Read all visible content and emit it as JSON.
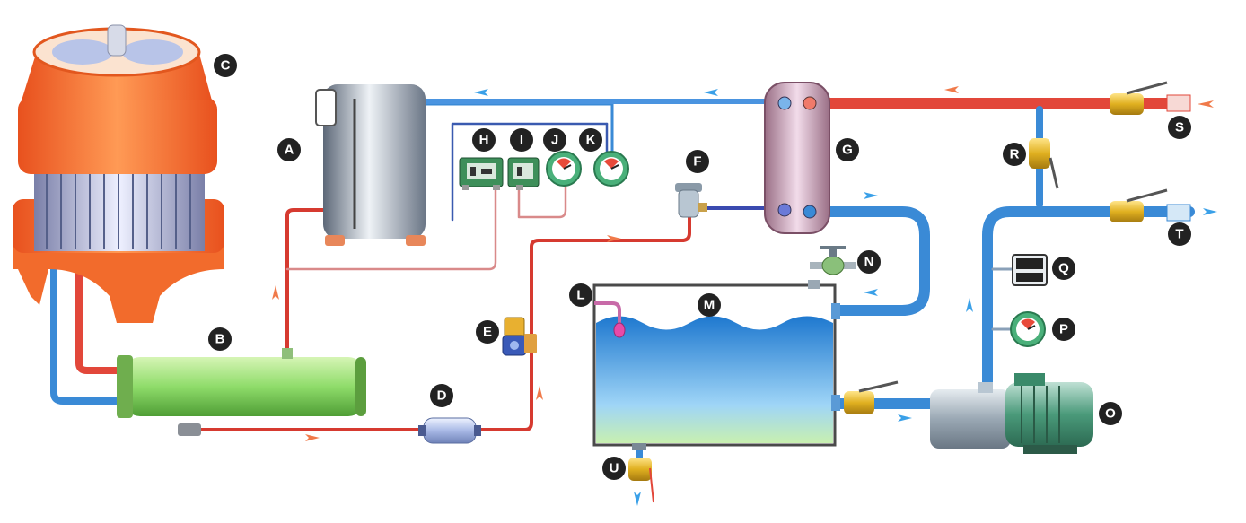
{
  "diagram": {
    "labels": {
      "A": "A",
      "B": "B",
      "C": "C",
      "D": "D",
      "E": "E",
      "F": "F",
      "G": "G",
      "H": "H",
      "I": "I",
      "J": "J",
      "K": "K",
      "L": "L",
      "M": "M",
      "N": "N",
      "O": "O",
      "P": "P",
      "Q": "Q",
      "R": "R",
      "S": "S",
      "T": "T",
      "U": "U"
    },
    "colors": {
      "hot_pipe": "#e2473a",
      "cold_pipe": "#3a8ad6",
      "tower_orange": "#f26b2c",
      "condenser_green": "#8fdc6a",
      "evaporator_pink": "#c9a3b8",
      "tank_water": "#5fb2ea",
      "valve_brass": "#e0b020",
      "pump_green": "#4a9a7a",
      "badge": "#222222"
    }
  }
}
